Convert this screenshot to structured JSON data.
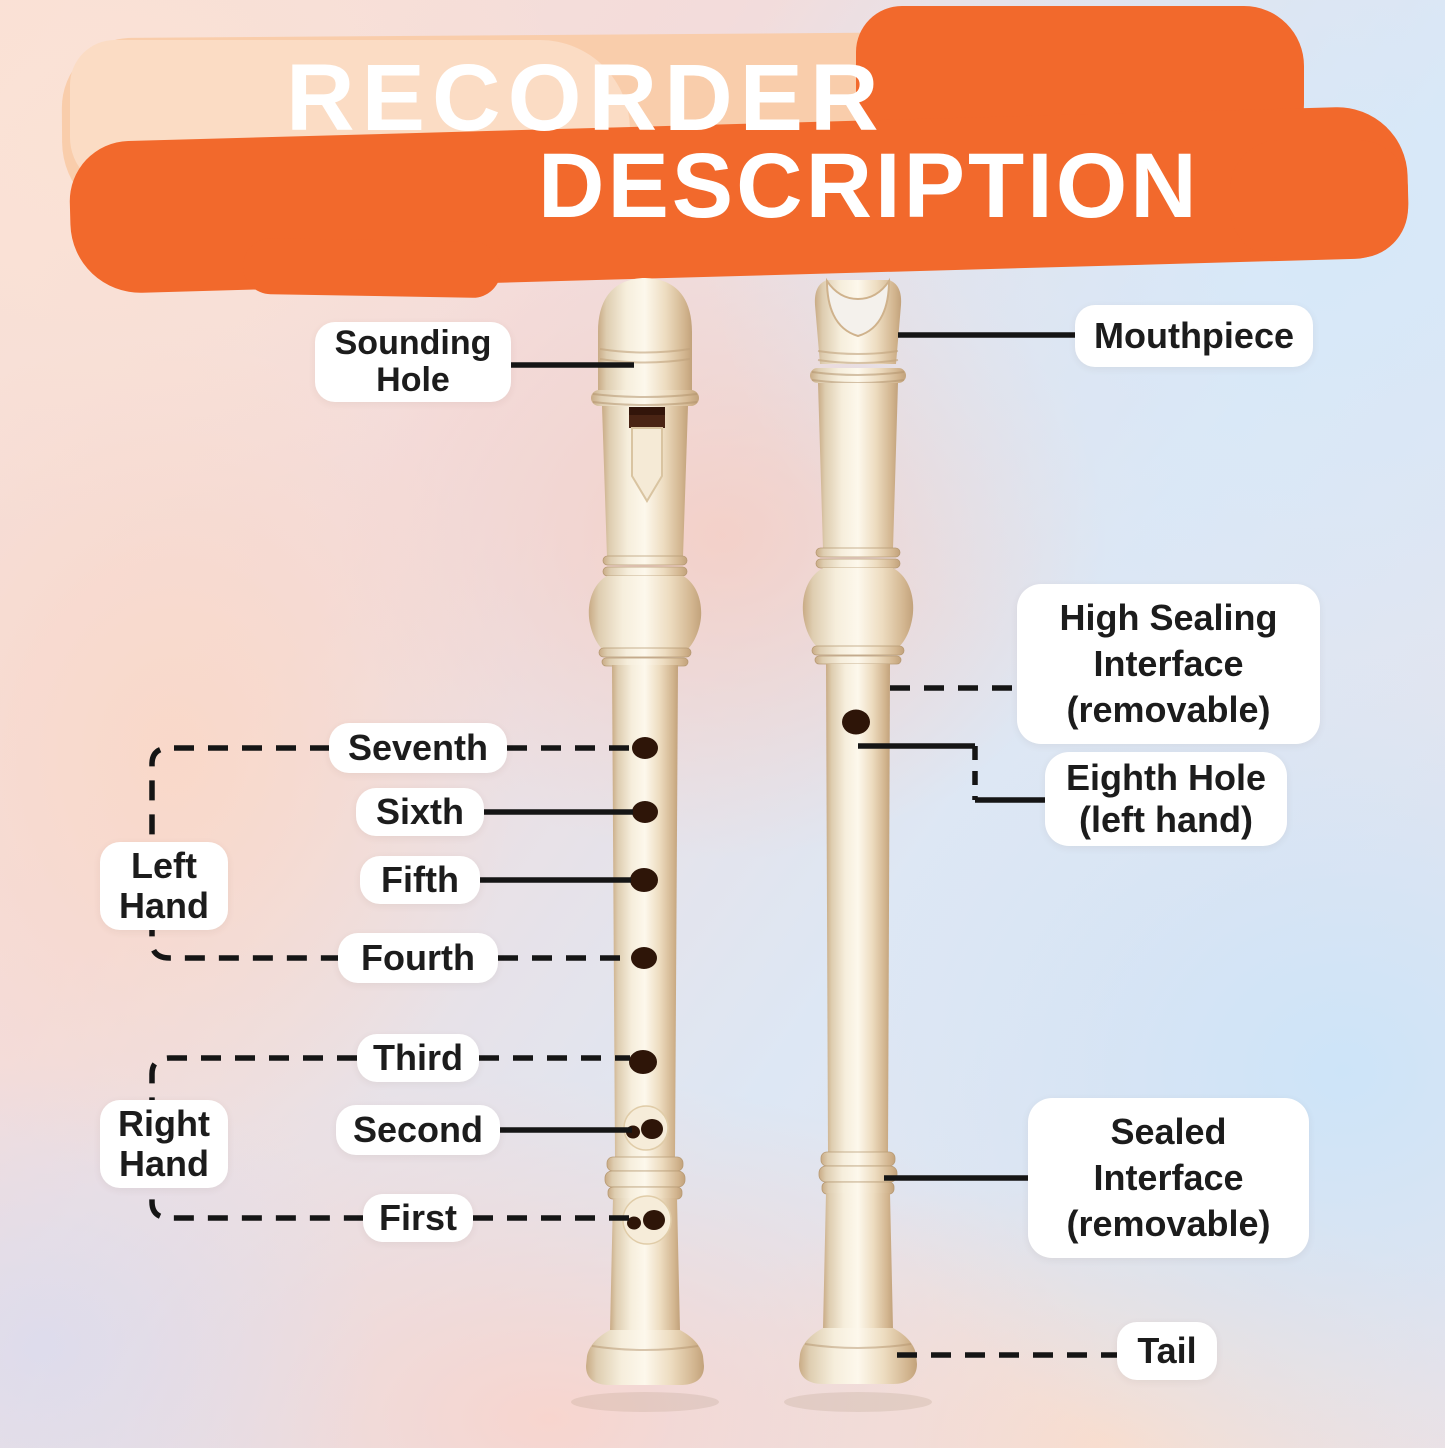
{
  "title": {
    "line1": "RECORDER",
    "line2": "DESCRIPTION"
  },
  "left_labels": {
    "sounding_hole": {
      "line1": "Sounding",
      "line2": "Hole"
    },
    "rows": [
      "Seventh",
      "Sixth",
      "Fifth",
      "Fourth",
      "Third",
      "Second",
      "First"
    ],
    "left_hand": {
      "line1": "Left",
      "line2": "Hand"
    },
    "right_hand": {
      "line1": "Right",
      "line2": "Hand"
    }
  },
  "right_labels": {
    "mouthpiece": "Mouthpiece",
    "high_sealing": {
      "line1": "High Sealing",
      "line2": "Interface",
      "line3": "(removable)"
    },
    "eighth_hole": {
      "line1": "Eighth Hole",
      "line2": "(left hand)"
    },
    "sealed_interface": {
      "line1": "Sealed",
      "line2": "Interface",
      "line3": "(removable)"
    },
    "tail": "Tail"
  },
  "colors": {
    "accent_orange": "#f2692c",
    "accent_peach": "#f9cdab",
    "label_background": "#ffffff",
    "label_text": "#1c1c1c",
    "connector_line": "#151515",
    "recorder_cream": "#f3e8d4",
    "recorder_shadow_tan": "#c9ab85",
    "hole_dark_brown": "#2e1508"
  }
}
